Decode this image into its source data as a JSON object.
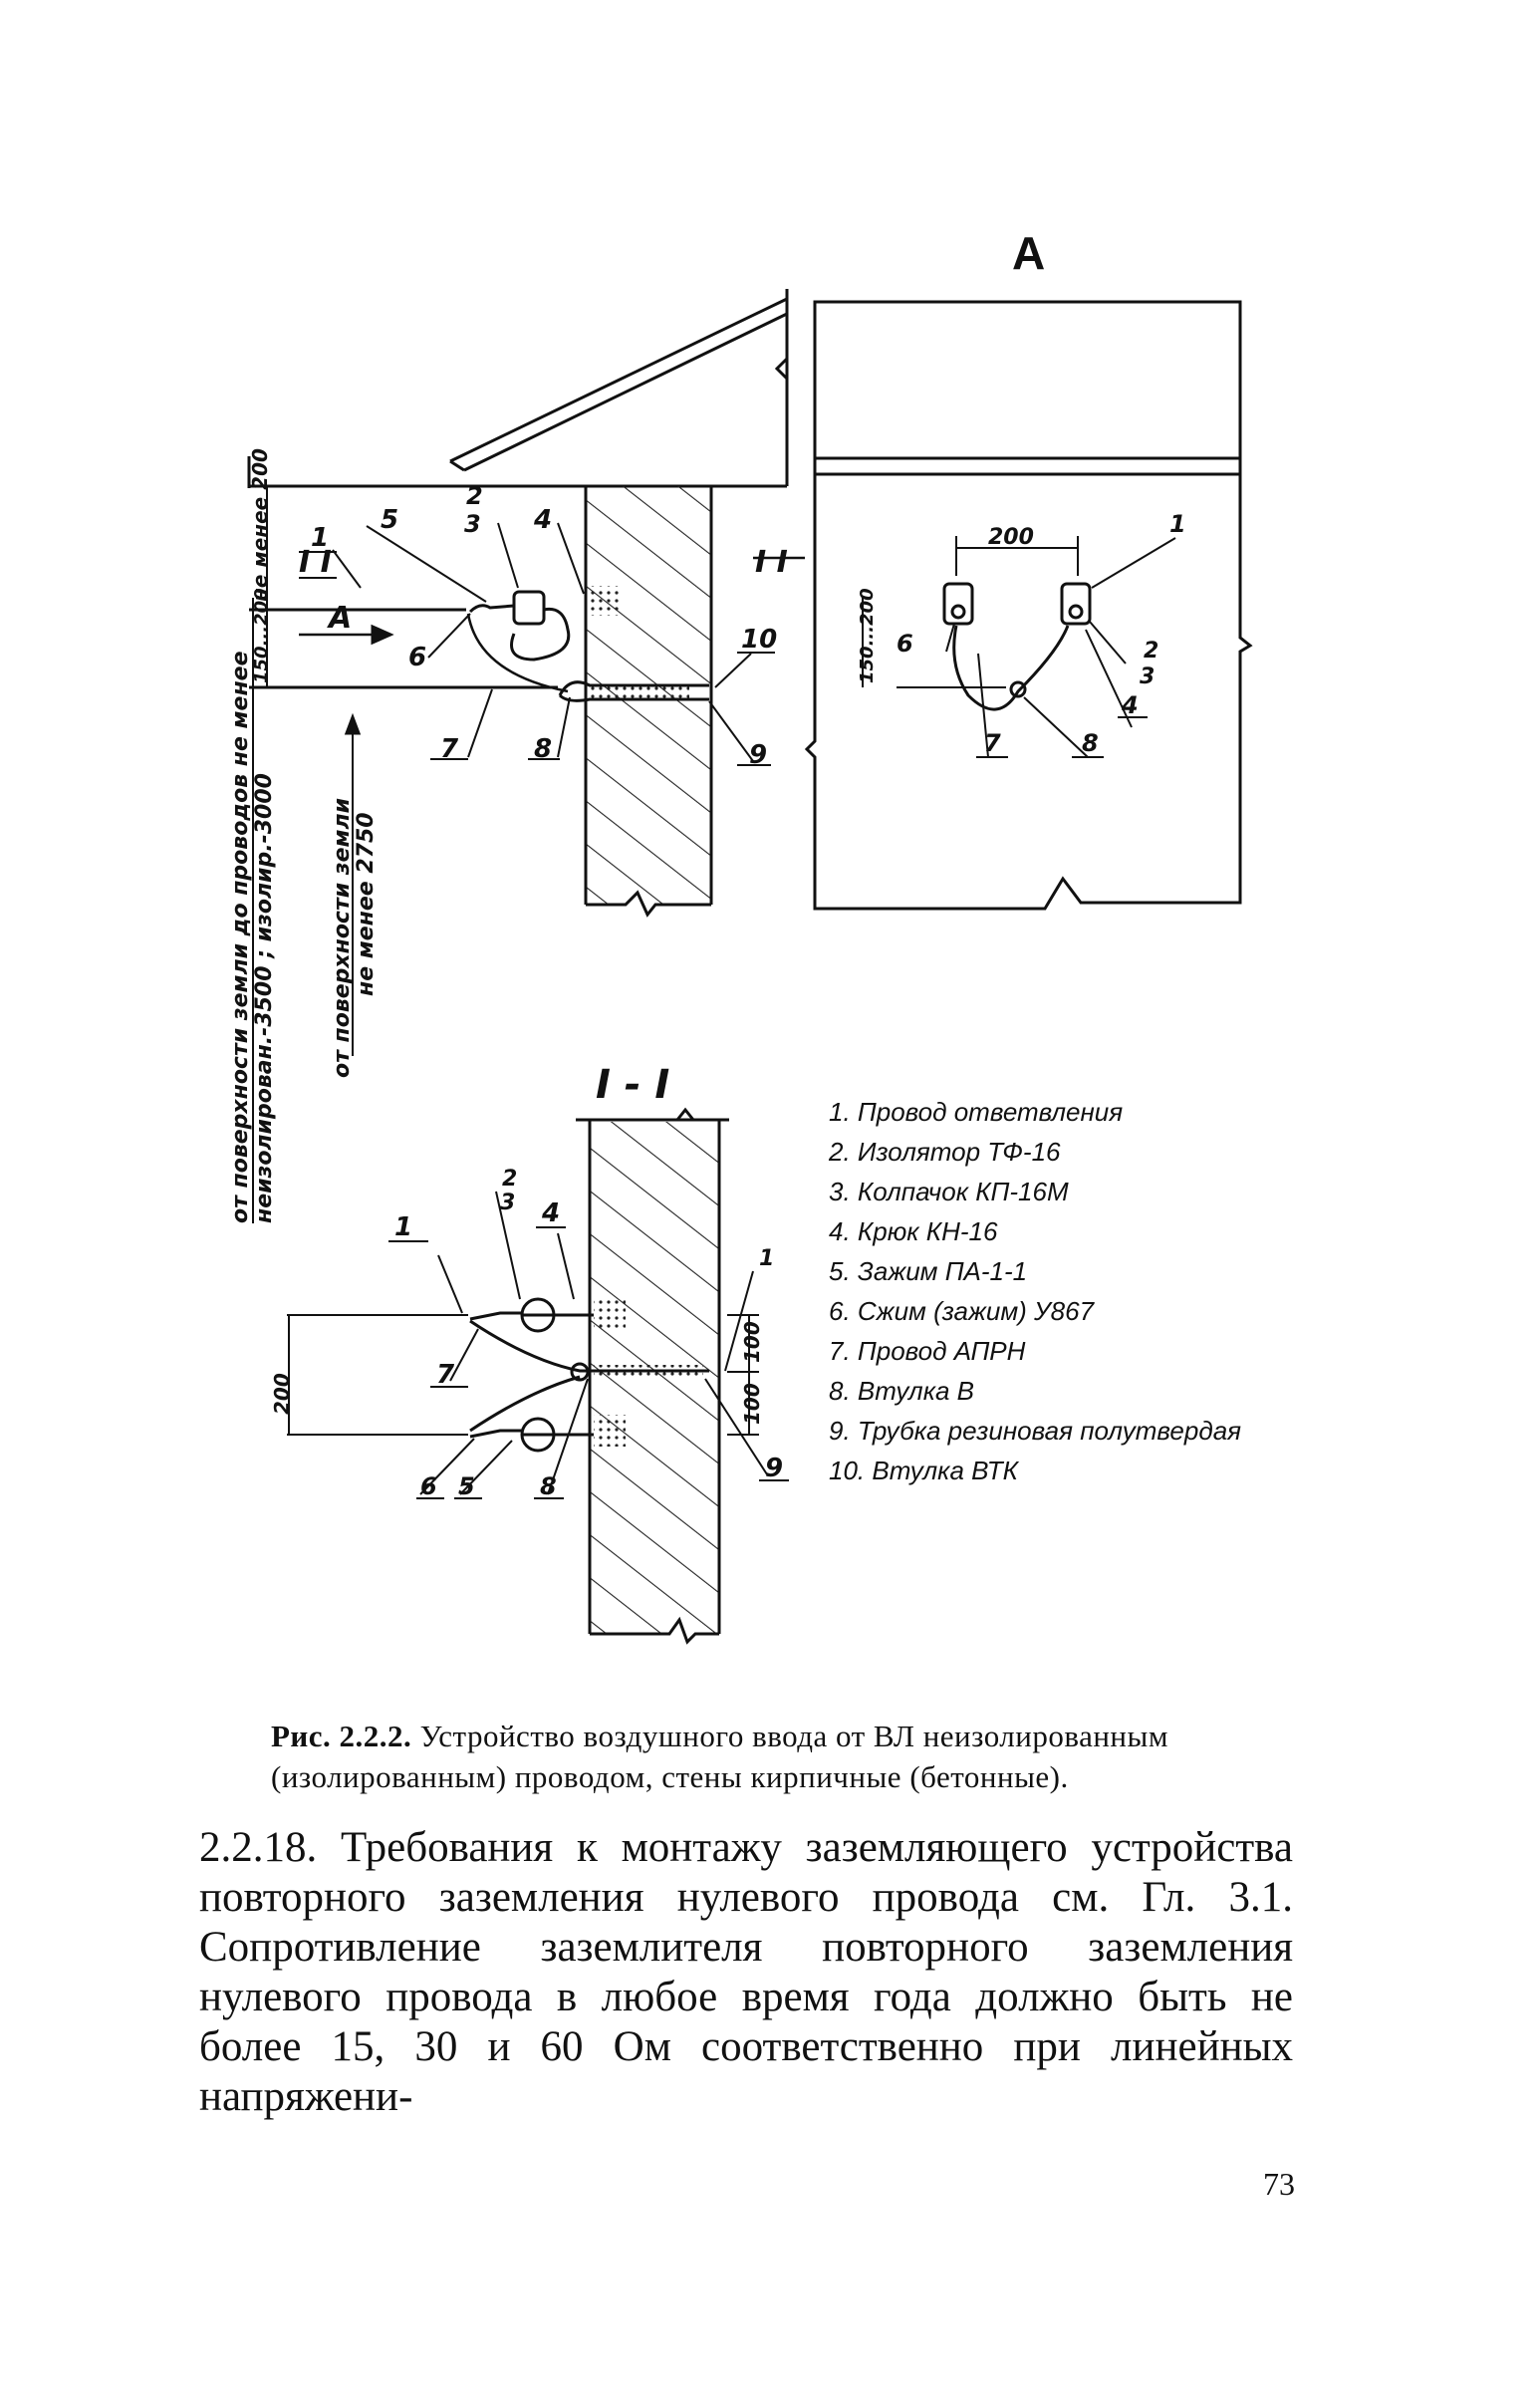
{
  "figure": {
    "view_title": "А",
    "section_title": "I - I",
    "section_mark": "I I",
    "arrow_label": "А",
    "dimension_labels": {
      "min_200": "не менее 200",
      "range_150_200": "150...200",
      "vertical_note_1": "от поверхности земли до проводов не менее",
      "vertical_note_2": "неизолирован.-3500 ; изолир.-3000",
      "vertical_note_3": "от поверхности земли",
      "vertical_note_4": "не менее 2750",
      "d200": "200",
      "d100a": "100",
      "d100b": "100"
    },
    "callouts": {
      "n1": "1",
      "n2": "2",
      "n3": "3",
      "n4": "4",
      "n5": "5",
      "n6": "6",
      "n7": "7",
      "n8": "8",
      "n9": "9",
      "n10": "10"
    },
    "legend": [
      "1. Провод ответвления",
      "2. Изолятор ТФ-16",
      "3. Колпачок КП-16М",
      "4. Крюк КН-16",
      "5. Зажим ПА-1-1",
      "6. Сжим (зажим) У867",
      "7. Провод АПРН",
      "8. Втулка В",
      "9. Трубка резиновая полутвердая",
      "10. Втулка ВТК"
    ]
  },
  "caption": {
    "label": "Рис. 2.2.2.",
    "text": "Устройство воздушного ввода от ВЛ неизолированным (изолированным) проводом, стены кирпичные (бетонные)."
  },
  "body_text": "2.2.18. Требования к монтажу заземляющего устройства повторного заземления нулевого провода см. Гл. 3.1. Сопротивление заземлителя повторного заземления нулевого провода в любое время года должно быть не более 15, 30 и 60 Ом соответственно при линейных напряжени-",
  "page_number": "73"
}
